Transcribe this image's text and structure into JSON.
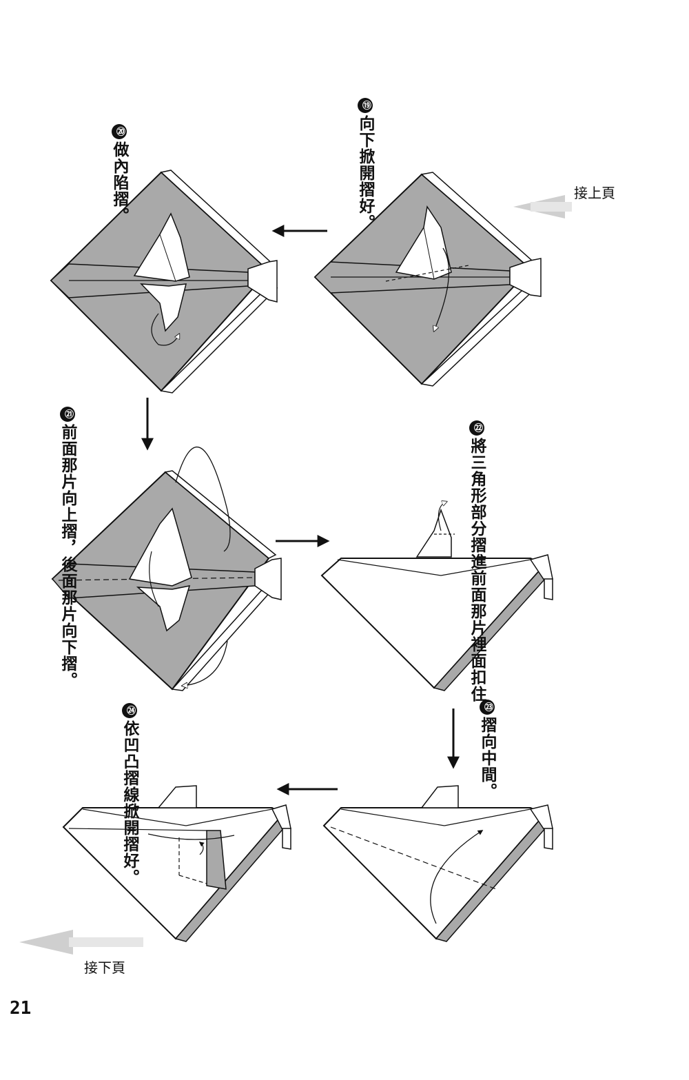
{
  "page_number": "21",
  "nav": {
    "continued_from": "接上頁",
    "continued_to": "接下頁"
  },
  "steps": [
    {
      "number": "⑲",
      "text": [
        "向下掀開摺好。"
      ]
    },
    {
      "number": "⑳",
      "text": [
        "做內陷摺。"
      ]
    },
    {
      "number": "㉑",
      "text": [
        "前面那片向上摺，",
        "後面那片向下摺。"
      ]
    },
    {
      "number": "㉒",
      "text": [
        "將三角形部分",
        "摺進前面那片",
        "裡面扣住。"
      ]
    },
    {
      "number": "㉓",
      "text": [
        "摺向中間。"
      ]
    },
    {
      "number": "㉔",
      "text": [
        "依凹凸摺線",
        "掀開摺好。"
      ]
    }
  ],
  "colors": {
    "paper_gray": "#a9a9a9",
    "paper_white": "#ffffff",
    "line": "#111111",
    "nav_arrow": "#cfcfcf"
  }
}
